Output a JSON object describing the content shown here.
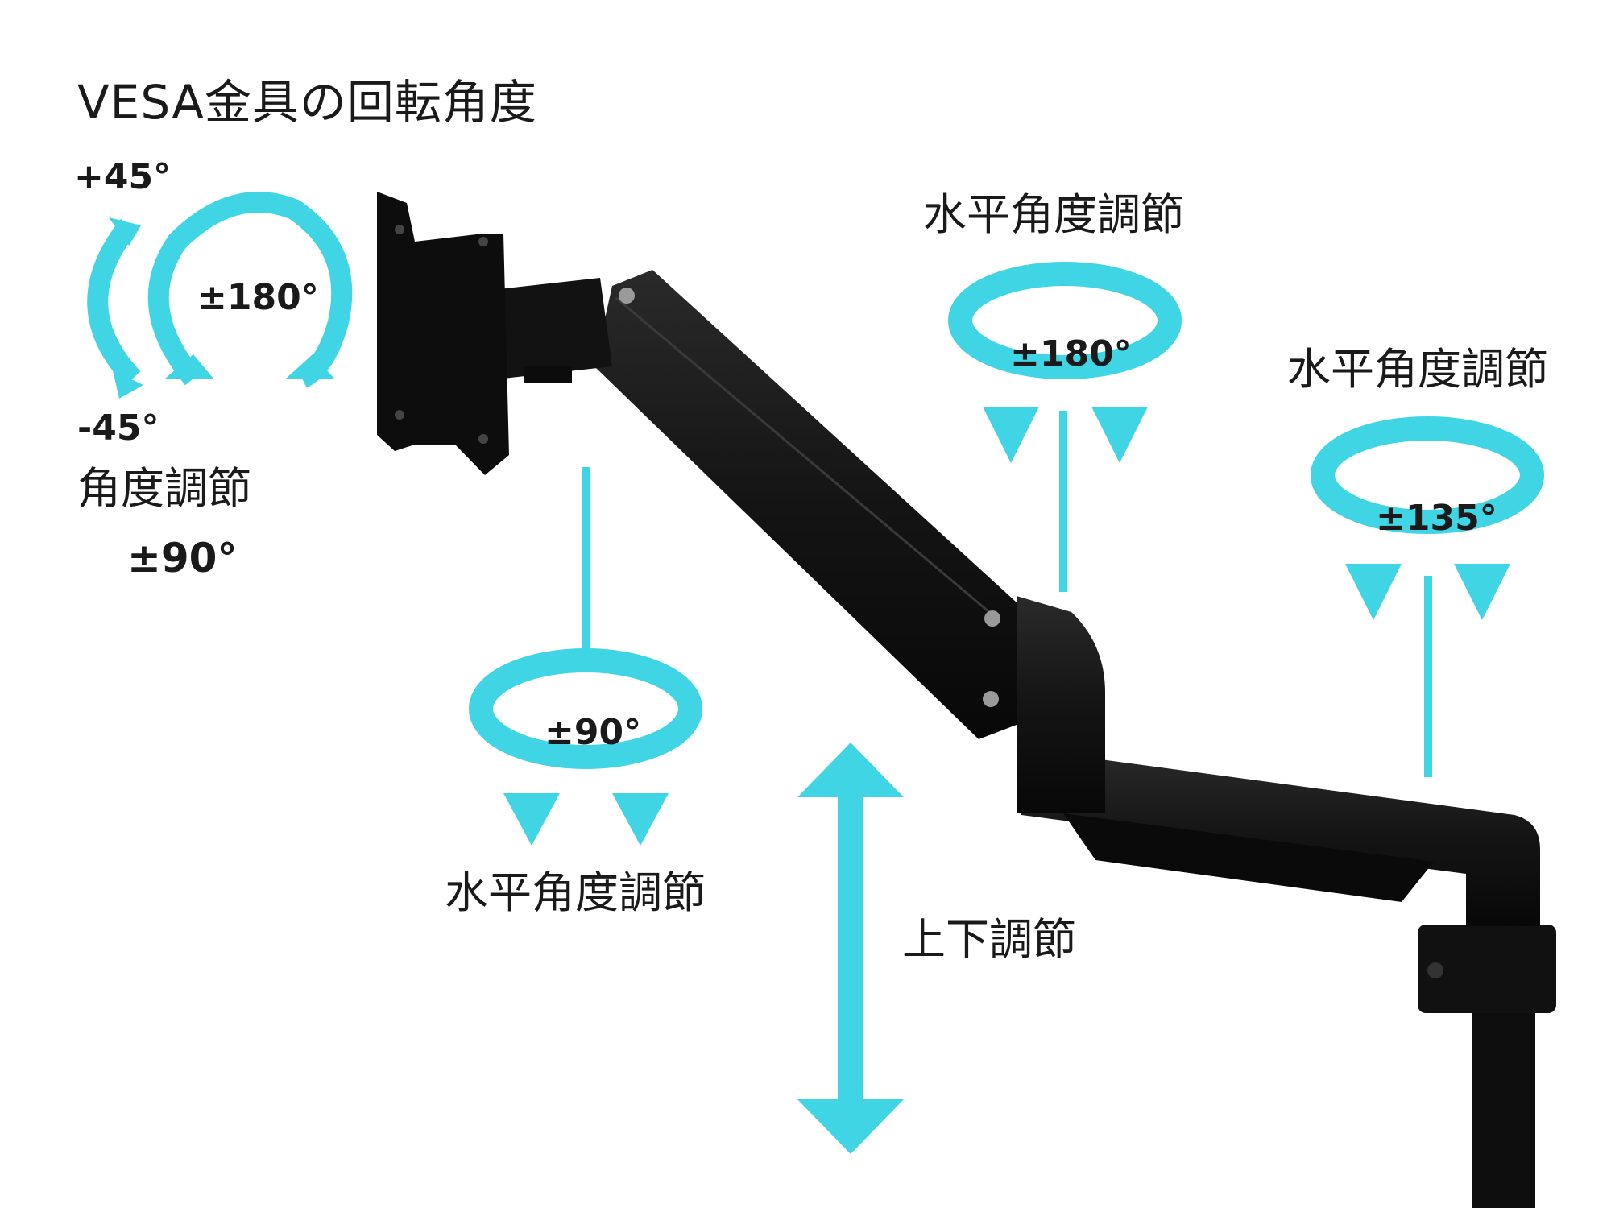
{
  "colors": {
    "accent": "#3fd5e4",
    "arm": "#141414",
    "text": "#1a1a1a"
  },
  "vesa": {
    "title": "VESA金具の回転角度",
    "tilt_plus": "+45°",
    "tilt_minus": "-45°",
    "rotation": "±180°",
    "angle_label": "角度調節",
    "angle_value": "±90°"
  },
  "joints": {
    "head": {
      "label": "水平角度調節",
      "value": "±90°"
    },
    "elbow": {
      "label": "水平角度調節",
      "value": "±180°"
    },
    "base": {
      "label": "水平角度調節",
      "value": "±135°"
    }
  },
  "height": {
    "label": "上下調節"
  }
}
